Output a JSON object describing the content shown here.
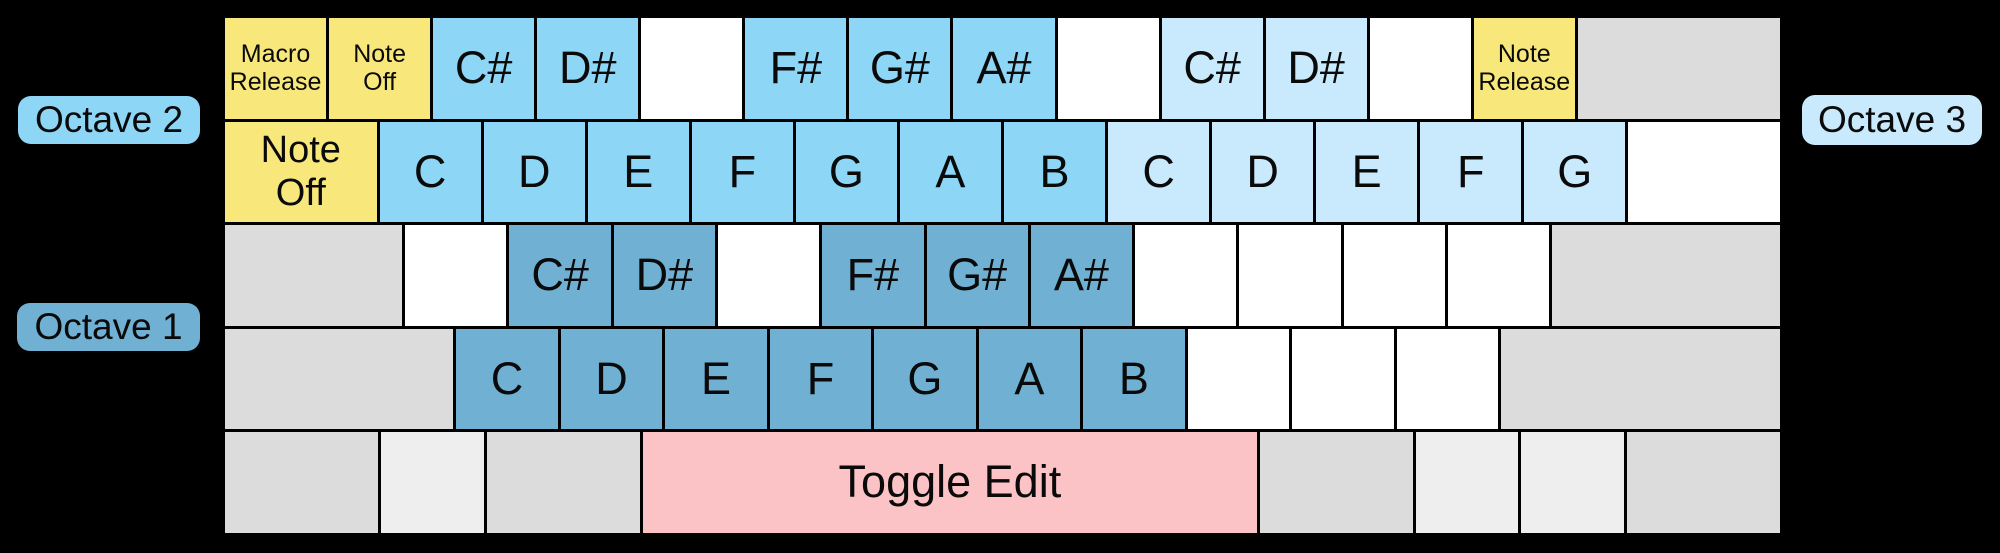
{
  "colors": {
    "background": "#000000",
    "octave1": "#6FB0D3",
    "octave2": "#8DD6F6",
    "octave3": "#C9E9FC",
    "yellow": "#F8E87C",
    "pink": "#FBC3C6",
    "gray": "#DCDCDC",
    "lightgray": "#EEEEEE",
    "white": "#FFFFFF",
    "text": "#0a0a0a"
  },
  "labels": {
    "octave1": "Octave 1",
    "octave2": "Octave 2",
    "octave3": "Octave 3"
  },
  "keyboard": {
    "rows": [
      {
        "keys": [
          {
            "name": "key-macro-release",
            "lines": [
              "Macro",
              "Release"
            ],
            "color": "yellow",
            "u": 1,
            "size": "sm",
            "interactable": true
          },
          {
            "name": "key-note-off-top",
            "lines": [
              "Note",
              "Off"
            ],
            "color": "yellow",
            "u": 1,
            "size": "sm",
            "interactable": true
          },
          {
            "name": "key-note-csharp-oct2",
            "lines": [
              "C#"
            ],
            "color": "octave2",
            "u": 1,
            "size": "lg",
            "interactable": true
          },
          {
            "name": "key-note-dsharp-oct2",
            "lines": [
              "D#"
            ],
            "color": "octave2",
            "u": 1,
            "size": "lg",
            "interactable": true
          },
          {
            "name": "key-blank",
            "color": "white",
            "u": 1,
            "interactable": false
          },
          {
            "name": "key-note-fsharp-oct2",
            "lines": [
              "F#"
            ],
            "color": "octave2",
            "u": 1,
            "size": "lg",
            "interactable": true
          },
          {
            "name": "key-note-gsharp-oct2",
            "lines": [
              "G#"
            ],
            "color": "octave2",
            "u": 1,
            "size": "lg",
            "interactable": true
          },
          {
            "name": "key-note-asharp-oct2",
            "lines": [
              "A#"
            ],
            "color": "octave2",
            "u": 1,
            "size": "lg",
            "interactable": true
          },
          {
            "name": "key-blank",
            "color": "white",
            "u": 1,
            "interactable": false
          },
          {
            "name": "key-note-csharp-oct3",
            "lines": [
              "C#"
            ],
            "color": "octave3",
            "u": 1,
            "size": "lg",
            "interactable": true
          },
          {
            "name": "key-note-dsharp-oct3",
            "lines": [
              "D#"
            ],
            "color": "octave3",
            "u": 1,
            "size": "lg",
            "interactable": true
          },
          {
            "name": "key-blank",
            "color": "white",
            "u": 1,
            "interactable": false
          },
          {
            "name": "key-note-release",
            "lines": [
              "Note",
              "Release"
            ],
            "color": "yellow",
            "u": 1,
            "size": "sm",
            "interactable": true
          },
          {
            "name": "key-blank-backspace",
            "color": "gray",
            "u": 2,
            "interactable": false
          }
        ]
      },
      {
        "keys": [
          {
            "name": "key-note-off",
            "lines": [
              "Note",
              "Off"
            ],
            "color": "yellow",
            "u": 1.5,
            "size": "md",
            "interactable": true
          },
          {
            "name": "key-note-c-oct2",
            "lines": [
              "C"
            ],
            "color": "octave2",
            "u": 1,
            "size": "lg",
            "interactable": true
          },
          {
            "name": "key-note-d-oct2",
            "lines": [
              "D"
            ],
            "color": "octave2",
            "u": 1,
            "size": "lg",
            "interactable": true
          },
          {
            "name": "key-note-e-oct2",
            "lines": [
              "E"
            ],
            "color": "octave2",
            "u": 1,
            "size": "lg",
            "interactable": true
          },
          {
            "name": "key-note-f-oct2",
            "lines": [
              "F"
            ],
            "color": "octave2",
            "u": 1,
            "size": "lg",
            "interactable": true
          },
          {
            "name": "key-note-g-oct2",
            "lines": [
              "G"
            ],
            "color": "octave2",
            "u": 1,
            "size": "lg",
            "interactable": true
          },
          {
            "name": "key-note-a-oct2",
            "lines": [
              "A"
            ],
            "color": "octave2",
            "u": 1,
            "size": "lg",
            "interactable": true
          },
          {
            "name": "key-note-b-oct2",
            "lines": [
              "B"
            ],
            "color": "octave2",
            "u": 1,
            "size": "lg",
            "interactable": true
          },
          {
            "name": "key-note-c-oct3",
            "lines": [
              "C"
            ],
            "color": "octave3",
            "u": 1,
            "size": "lg",
            "interactable": true
          },
          {
            "name": "key-note-d-oct3",
            "lines": [
              "D"
            ],
            "color": "octave3",
            "u": 1,
            "size": "lg",
            "interactable": true
          },
          {
            "name": "key-note-e-oct3",
            "lines": [
              "E"
            ],
            "color": "octave3",
            "u": 1,
            "size": "lg",
            "interactable": true
          },
          {
            "name": "key-note-f-oct3",
            "lines": [
              "F"
            ],
            "color": "octave3",
            "u": 1,
            "size": "lg",
            "interactable": true
          },
          {
            "name": "key-note-g-oct3",
            "lines": [
              "G"
            ],
            "color": "octave3",
            "u": 1,
            "size": "lg",
            "interactable": true
          },
          {
            "name": "key-blank",
            "color": "white",
            "u": 1.5,
            "interactable": false
          }
        ]
      },
      {
        "keys": [
          {
            "name": "key-blank-caps",
            "color": "gray",
            "u": 1.75,
            "interactable": false
          },
          {
            "name": "key-blank",
            "color": "white",
            "u": 1,
            "interactable": false
          },
          {
            "name": "key-note-csharp-oct1",
            "lines": [
              "C#"
            ],
            "color": "octave1",
            "u": 1,
            "size": "lg",
            "interactable": true
          },
          {
            "name": "key-note-dsharp-oct1",
            "lines": [
              "D#"
            ],
            "color": "octave1",
            "u": 1,
            "size": "lg",
            "interactable": true
          },
          {
            "name": "key-blank",
            "color": "white",
            "u": 1,
            "interactable": false
          },
          {
            "name": "key-note-fsharp-oct1",
            "lines": [
              "F#"
            ],
            "color": "octave1",
            "u": 1,
            "size": "lg",
            "interactable": true
          },
          {
            "name": "key-note-gsharp-oct1",
            "lines": [
              "G#"
            ],
            "color": "octave1",
            "u": 1,
            "size": "lg",
            "interactable": true
          },
          {
            "name": "key-note-asharp-oct1",
            "lines": [
              "A#"
            ],
            "color": "octave1",
            "u": 1,
            "size": "lg",
            "interactable": true
          },
          {
            "name": "key-blank",
            "color": "white",
            "u": 1,
            "interactable": false
          },
          {
            "name": "key-blank",
            "color": "white",
            "u": 1,
            "interactable": false
          },
          {
            "name": "key-blank",
            "color": "white",
            "u": 1,
            "interactable": false
          },
          {
            "name": "key-blank",
            "color": "white",
            "u": 1,
            "interactable": false
          },
          {
            "name": "key-blank-enter",
            "color": "gray",
            "u": 2.25,
            "interactable": false
          }
        ]
      },
      {
        "keys": [
          {
            "name": "key-blank-lshift",
            "color": "gray",
            "u": 2.25,
            "interactable": false
          },
          {
            "name": "key-note-c-oct1",
            "lines": [
              "C"
            ],
            "color": "octave1",
            "u": 1,
            "size": "lg",
            "interactable": true
          },
          {
            "name": "key-note-d-oct1",
            "lines": [
              "D"
            ],
            "color": "octave1",
            "u": 1,
            "size": "lg",
            "interactable": true
          },
          {
            "name": "key-note-e-oct1",
            "lines": [
              "E"
            ],
            "color": "octave1",
            "u": 1,
            "size": "lg",
            "interactable": true
          },
          {
            "name": "key-note-f-oct1",
            "lines": [
              "F"
            ],
            "color": "octave1",
            "u": 1,
            "size": "lg",
            "interactable": true
          },
          {
            "name": "key-note-g-oct1",
            "lines": [
              "G"
            ],
            "color": "octave1",
            "u": 1,
            "size": "lg",
            "interactable": true
          },
          {
            "name": "key-note-a-oct1",
            "lines": [
              "A"
            ],
            "color": "octave1",
            "u": 1,
            "size": "lg",
            "interactable": true
          },
          {
            "name": "key-note-b-oct1",
            "lines": [
              "B"
            ],
            "color": "octave1",
            "u": 1,
            "size": "lg",
            "interactable": true
          },
          {
            "name": "key-blank",
            "color": "white",
            "u": 1,
            "interactable": false
          },
          {
            "name": "key-blank",
            "color": "white",
            "u": 1,
            "interactable": false
          },
          {
            "name": "key-blank",
            "color": "white",
            "u": 1,
            "interactable": false
          },
          {
            "name": "key-blank-rshift",
            "color": "gray",
            "u": 2.75,
            "interactable": false
          }
        ]
      },
      {
        "keys": [
          {
            "name": "key-blank-lctrl",
            "color": "gray",
            "u": 1.5,
            "interactable": false
          },
          {
            "name": "key-blank-lwin",
            "color": "lightgray",
            "u": 1,
            "interactable": false
          },
          {
            "name": "key-blank-lalt",
            "color": "gray",
            "u": 1.5,
            "interactable": false
          },
          {
            "name": "key-toggle-edit",
            "lines": [
              "Toggle Edit"
            ],
            "color": "pink",
            "u": 6,
            "size": "lg",
            "interactable": true
          },
          {
            "name": "key-blank-ralt",
            "color": "gray",
            "u": 1.5,
            "interactable": false
          },
          {
            "name": "key-blank-rwin",
            "color": "lightgray",
            "u": 1,
            "interactable": false
          },
          {
            "name": "key-blank-menu",
            "color": "lightgray",
            "u": 1,
            "interactable": false
          },
          {
            "name": "key-blank-rctrl",
            "color": "gray",
            "u": 1.5,
            "interactable": false
          }
        ]
      }
    ]
  }
}
